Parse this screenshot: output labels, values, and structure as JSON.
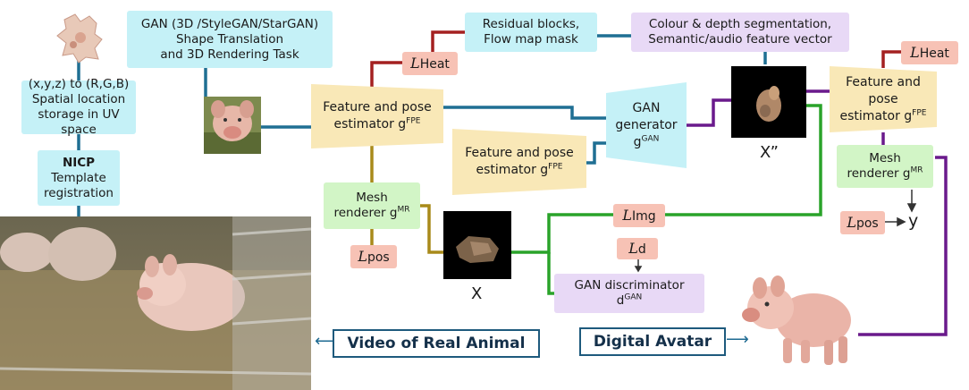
{
  "boxes": {
    "gan_task": [
      "GAN (3D /StyleGAN/StarGAN)",
      "Shape Translation",
      "and 3D Rendering Task"
    ],
    "uv_storage": [
      "(x,y,z) to (R,G,B)",
      "Spatial location",
      "storage in UV space"
    ],
    "nicp_title": "NICP",
    "nicp_lines": [
      "Template",
      "registration"
    ],
    "residual": [
      "Residual blocks,",
      "Flow map mask"
    ],
    "segmentation": [
      "Colour & depth segmentation,",
      "Semantic/audio feature vector"
    ],
    "fpe_main": "Feature and pose",
    "fpe_main_2": "estimator g",
    "fpe_sup": "FPE",
    "fpe_lower": "Feature and pose",
    "fpe_lower_2": "estimator g",
    "fpe_right": "Feature and pose",
    "fpe_right_2": "estimator g",
    "gan_gen": "GAN",
    "gan_gen_2": "generator",
    "gan_gen_3": "g",
    "gan_gen_sup": "GAN",
    "mesh_left": "Mesh",
    "mesh_left_2": "renderer g",
    "mesh_sup": "MR",
    "mesh_right": "Mesh",
    "mesh_right_2": "renderer g",
    "gan_disc": "GAN discriminator",
    "gan_disc_2": "d",
    "gan_disc_sup": "GAN"
  },
  "losses": {
    "heat_left": "Heat",
    "heat_right": "Heat",
    "img": "Img",
    "d": "d",
    "pos_left": "pos",
    "pos_right": "pos",
    "loss_symbol": "L"
  },
  "labels": {
    "x": "X",
    "x2": "X”",
    "y": "y",
    "video": "Video of Real Animal",
    "avatar": "Digital Avatar"
  },
  "colors": {
    "cyan_box": "#c5f1f7",
    "yellow_box": "#f9e8b7",
    "green_box": "#d2f5c6",
    "purple_box": "#e8d9f6",
    "pink_box": "#f7c2b5",
    "wire_blue": "#1f6f93",
    "wire_red": "#a42020",
    "wire_olive": "#a88a1a",
    "wire_green": "#2aa32a",
    "wire_purple": "#6a1a8c"
  },
  "icons": [
    "uv-texture-map-icon",
    "pig-face-texture-image",
    "pig-video-frame-image",
    "rendered-mesh-x-image",
    "generated-image-x2-image",
    "digital-avatar-pig-image"
  ]
}
